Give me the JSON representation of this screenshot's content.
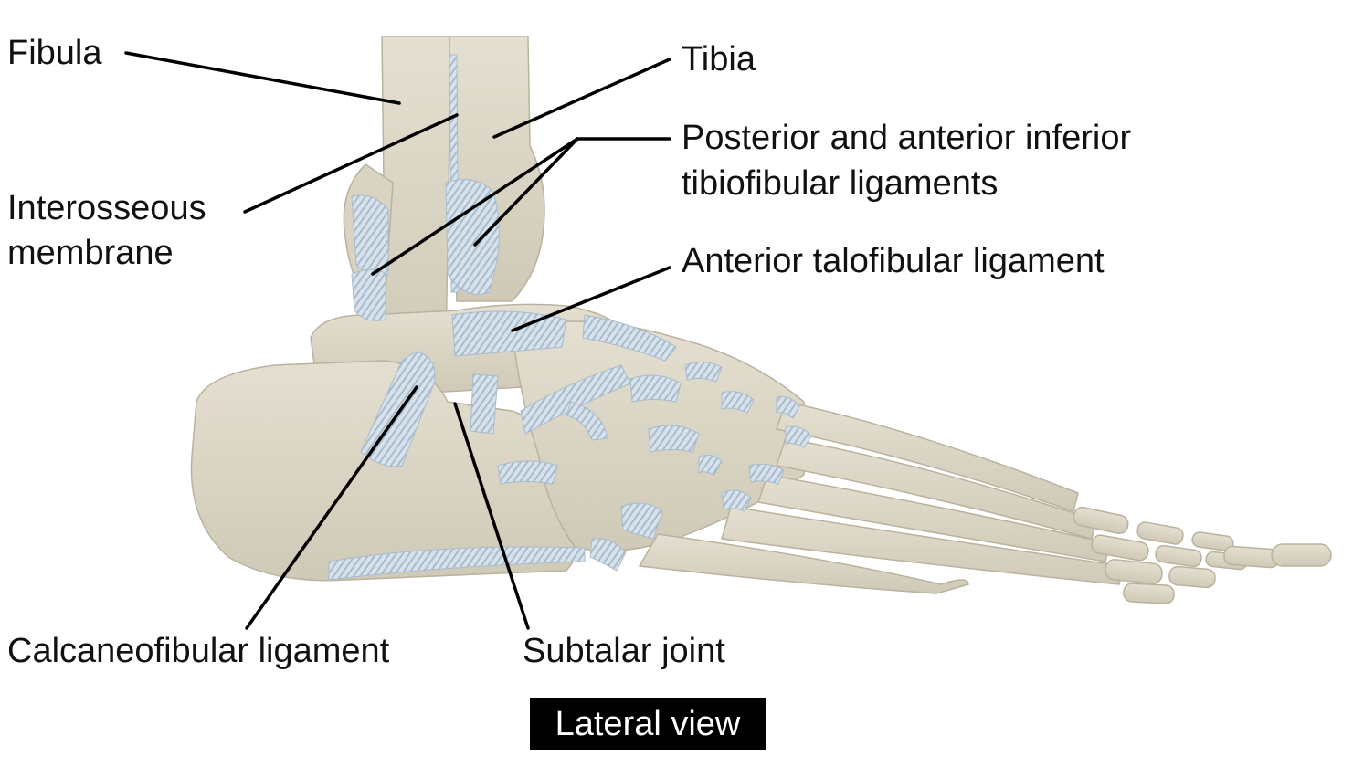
{
  "labels": {
    "fibula": "Fibula",
    "tibia": "Tibia",
    "interosseous_line1": "Interosseous",
    "interosseous_line2": "membrane",
    "tibiofibular_line1": "Posterior and anterior inferior",
    "tibiofibular_line2": "tibiofibular ligaments",
    "talofibular": "Anterior talofibular ligament",
    "calcaneofibular": "Calcaneofibular ligament",
    "subtalar": "Subtalar joint"
  },
  "view_badge": "Lateral view",
  "colors": {
    "bone": "#ddd8c8",
    "bone_shadow": "#c6c0ae",
    "ligament": "#d7e2ec",
    "ligament_stripe": "#a9bccc",
    "leader_line": "#000000",
    "badge_bg": "#000000",
    "badge_text": "#ffffff"
  }
}
